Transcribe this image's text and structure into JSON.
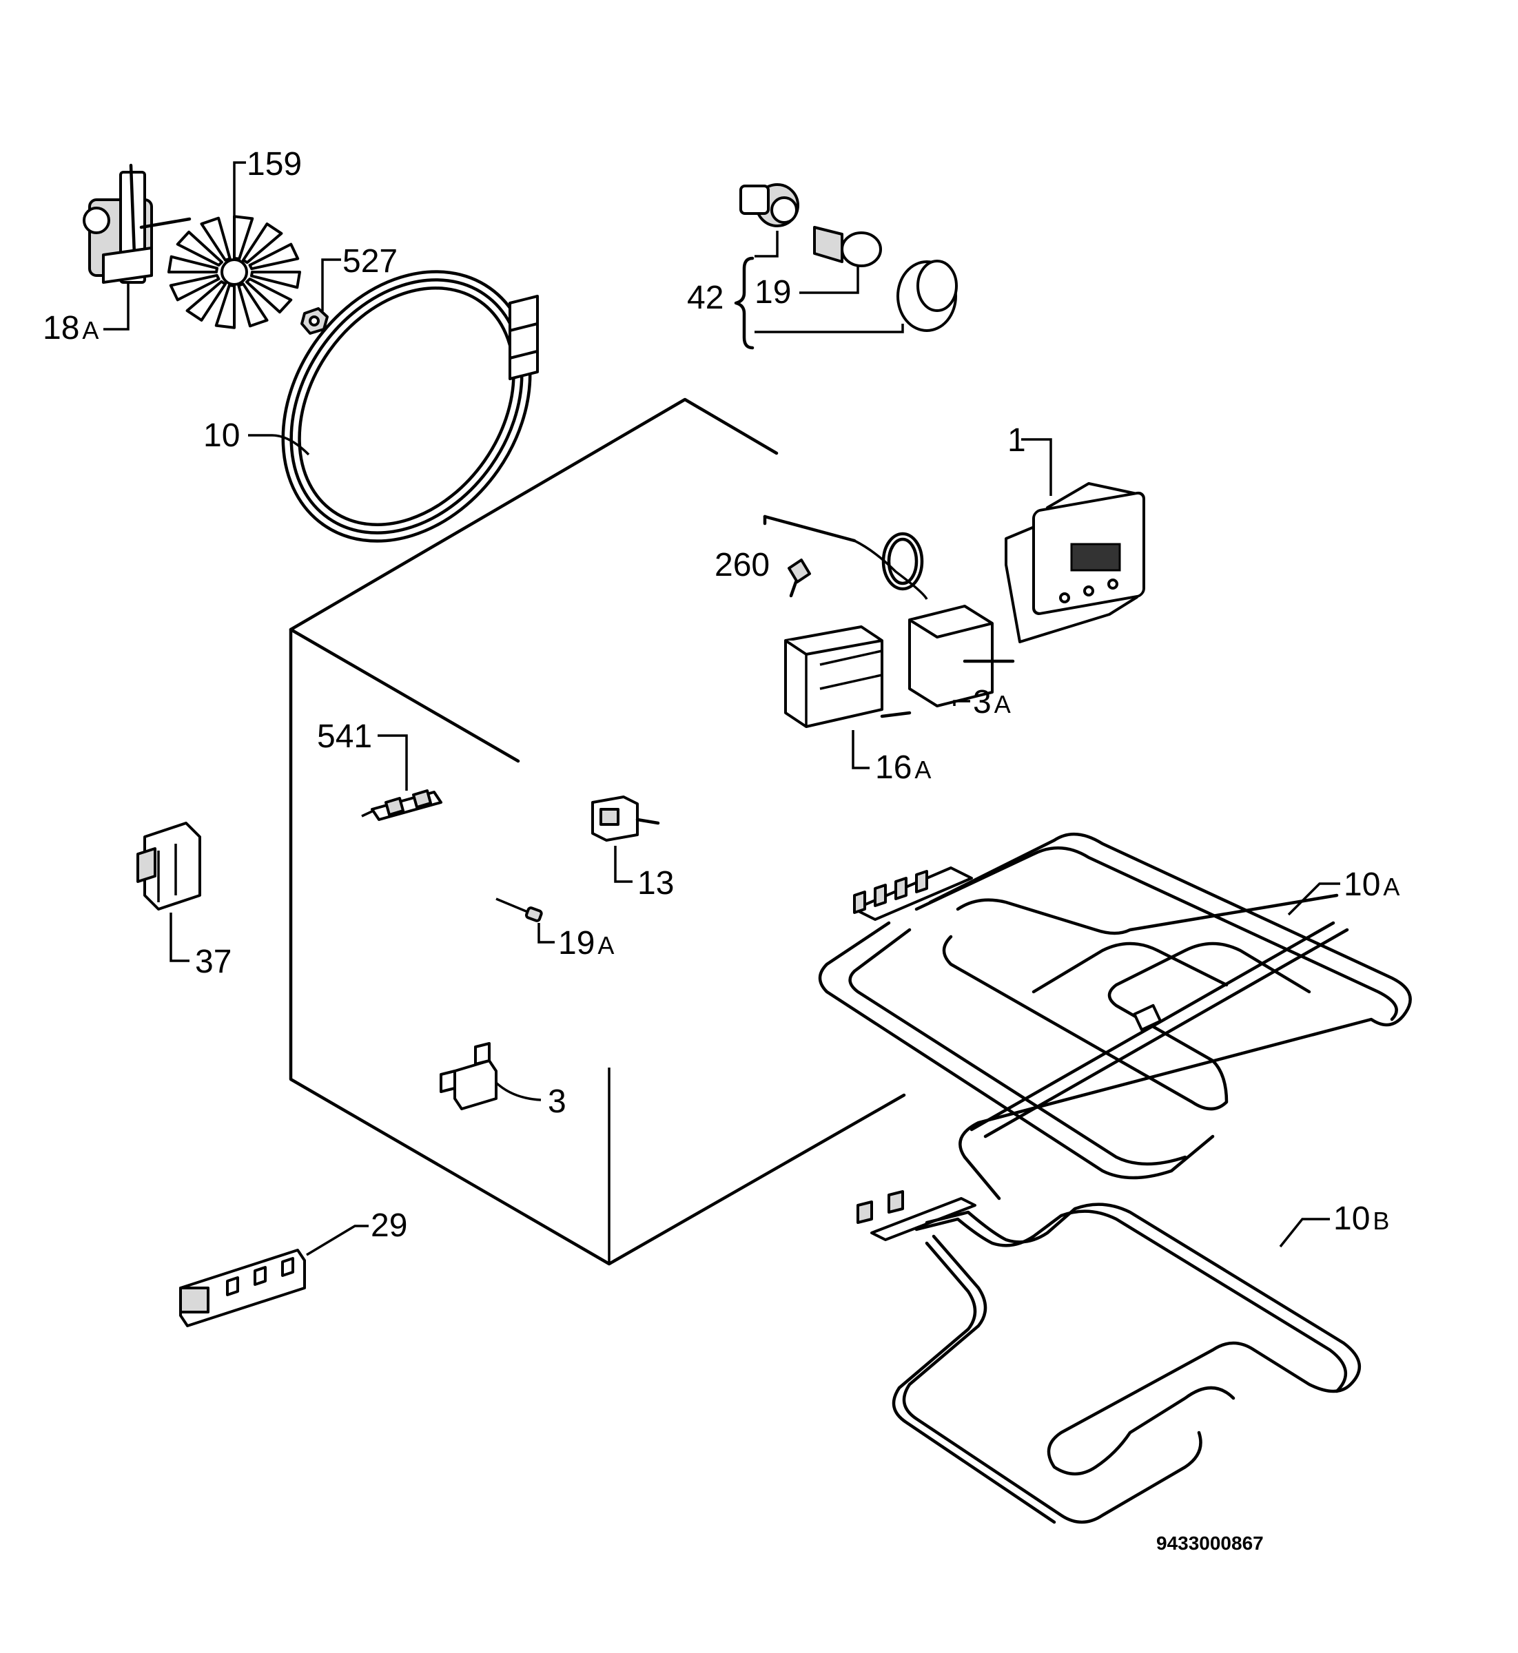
{
  "labels": {
    "p159": "159",
    "p527": "527",
    "p18": "18",
    "p18_suffix": "A",
    "p42": "42",
    "p19": "19",
    "p10": "10",
    "p1": "1",
    "p260": "260",
    "p3a": "3",
    "p3a_suffix": "A",
    "p16": "16",
    "p16_suffix": "A",
    "p541": "541",
    "p13": "13",
    "p37": "37",
    "p19a": "19",
    "p19a_suffix": "A",
    "p10a": "10",
    "p10a_suffix": "A",
    "p3": "3",
    "p29": "29",
    "p10b": "10",
    "p10b_suffix": "B"
  },
  "document_number": "9433000867"
}
